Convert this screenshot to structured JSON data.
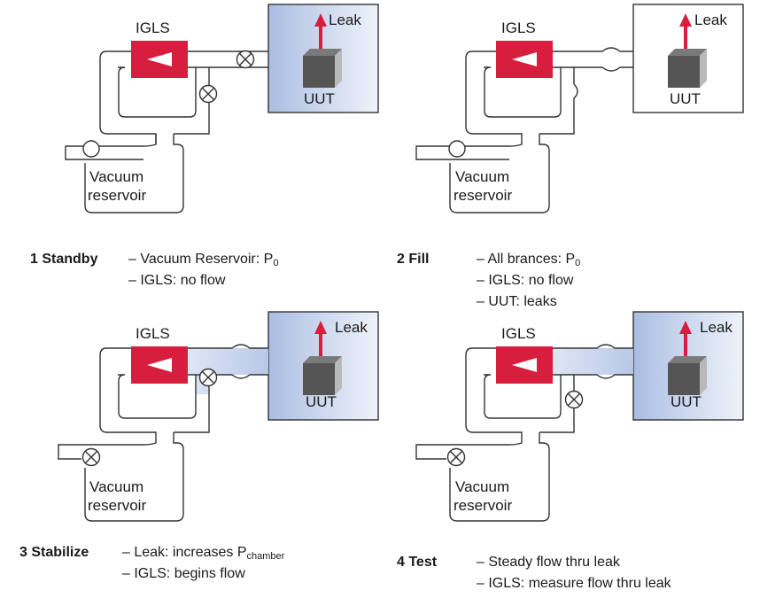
{
  "panels": [
    {
      "igls_label": "IGLS",
      "leak_label": "Leak",
      "uut_label": "UUT",
      "reservoir_label_1": "Vacuum",
      "reservoir_label_2": "reservoir",
      "step_label": "1 Standby",
      "lines": [
        {
          "text": "– Vacuum Reservoir: P",
          "sub": "0"
        },
        {
          "text": "– IGLS: no flow",
          "sub": ""
        }
      ]
    },
    {
      "igls_label": "IGLS",
      "leak_label": "Leak",
      "uut_label": "UUT",
      "reservoir_label_1": "Vacuum",
      "reservoir_label_2": "reservoir",
      "step_label": "2 Fill",
      "lines": [
        {
          "text": "– All brances: P",
          "sub": "0"
        },
        {
          "text": "– IGLS: no flow",
          "sub": ""
        },
        {
          "text": "– UUT: leaks",
          "sub": ""
        }
      ]
    },
    {
      "igls_label": "IGLS",
      "leak_label": "Leak",
      "uut_label": "UUT",
      "reservoir_label_1": "Vacuum",
      "reservoir_label_2": "reservoir",
      "step_label": "3 Stabilize",
      "lines": [
        {
          "text": "– Leak: increases P",
          "sub": "chamber"
        },
        {
          "text": "– IGLS: begins flow",
          "sub": ""
        }
      ]
    },
    {
      "igls_label": "IGLS",
      "leak_label": "Leak",
      "uut_label": "UUT",
      "reservoir_label_1": "Vacuum",
      "reservoir_label_2": "reservoir",
      "step_label": "4 Test",
      "lines": [
        {
          "text": "– Steady flow thru leak",
          "sub": ""
        },
        {
          "text": "– IGLS: measure flow thru leak",
          "sub": ""
        }
      ]
    }
  ],
  "colors": {
    "igls_red": "#d81e3e",
    "chamber_blue": "#c9d6ee",
    "pipe_stroke": "#333333",
    "uut_gray": "#5a5a5a",
    "leak_arrow": "#d81e3e"
  }
}
